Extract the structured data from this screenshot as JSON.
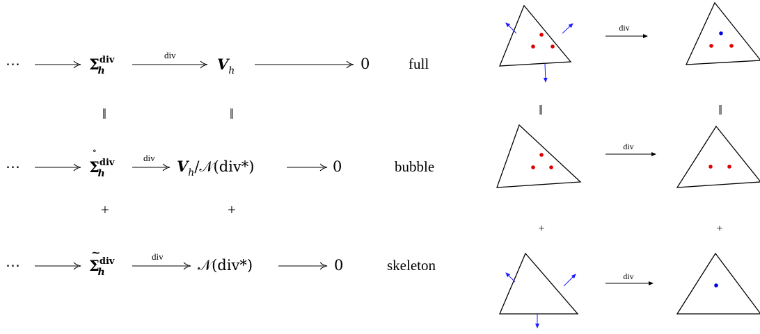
{
  "left": {
    "row_full": {
      "dots": "⋯",
      "space_symbol": "Σ",
      "space_sup": "div",
      "space_sub": "h",
      "arrow_label": "div",
      "target_main": "V",
      "target_sub": "h",
      "zero": "0",
      "label": "full"
    },
    "equal_1": "‖",
    "equal_2": "‖",
    "row_bubble": {
      "dots": "⋯",
      "accent": "°",
      "space_symbol": "Σ",
      "space_sup": "div",
      "space_sub": "h",
      "arrow_label": "div",
      "target_main": "V",
      "target_sub": "h",
      "target_rest": "/𝒩(div*)",
      "zero": "0",
      "label": "bubble"
    },
    "plus_1": "+",
    "plus_2": "+",
    "row_skeleton": {
      "dots": "⋯",
      "accent": "~",
      "space_symbol": "Σ",
      "space_sup": "div",
      "space_sub": "h",
      "arrow_label": "div",
      "target": "𝒩(div*)",
      "zero": "0",
      "label": "skeleton"
    }
  },
  "right": {
    "arrow_labels": [
      "div",
      "div",
      "div"
    ],
    "equal_left": "‖",
    "equal_right": "‖",
    "plus_left": "+",
    "plus_right": "+"
  },
  "colors": {
    "red_dot": "#e00000",
    "blue_dot": "#0000dd",
    "blue_arrow": "#1a1aff"
  }
}
